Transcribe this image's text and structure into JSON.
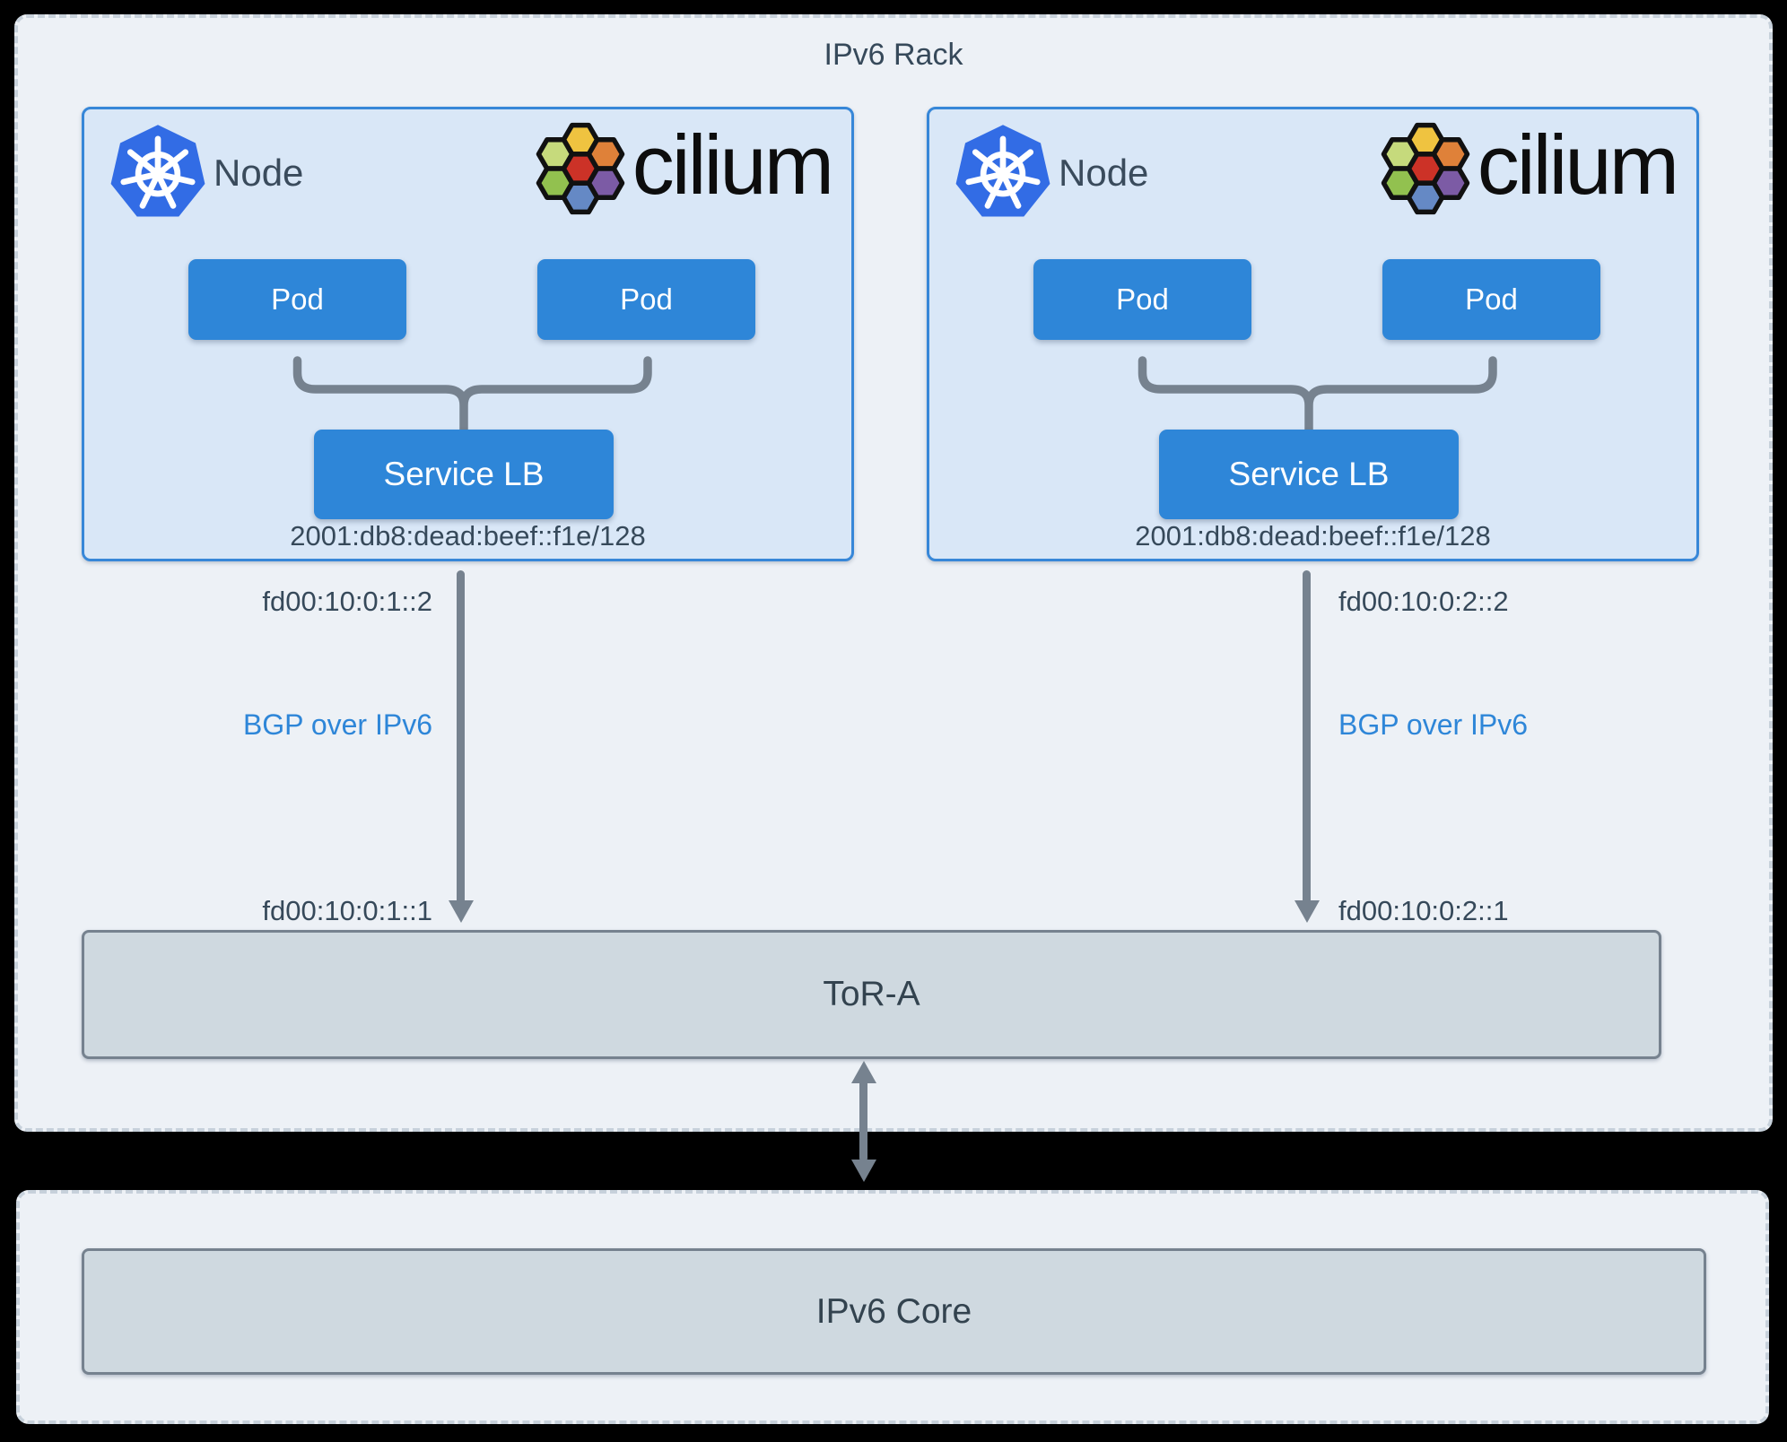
{
  "rack": {
    "title": "IPv6 Rack",
    "nodes": [
      {
        "label": "Node",
        "cilium_wordmark": "cilium",
        "pod1": "Pod",
        "pod2": "Pod",
        "service_lb": "Service LB",
        "lb_address": "2001:db8:dead:beef::f1e/128",
        "node_ip": "fd00:10:0:1::2",
        "bgp_label": "BGP over IPv6",
        "tor_ip": "fd00:10:0:1::1"
      },
      {
        "label": "Node",
        "cilium_wordmark": "cilium",
        "pod1": "Pod",
        "pod2": "Pod",
        "service_lb": "Service LB",
        "lb_address": "2001:db8:dead:beef::f1e/128",
        "node_ip": "fd00:10:0:2::2",
        "bgp_label": "BGP over IPv6",
        "tor_ip": "fd00:10:0:2::1"
      }
    ],
    "tor_switch": "ToR-A"
  },
  "core": {
    "label": "IPv6 Core"
  },
  "colors": {
    "page_bg": "#000000",
    "panel_bg": "#EDF1F6",
    "panel_dash_border": "#C7D1DB",
    "node_bg": "#D9E7F7",
    "node_border": "#3787D8",
    "accent_blue": "#2E86D8",
    "gray_box": "#CFD9E0",
    "line_gray": "#76828F",
    "text_dark": "#36495A",
    "kubernetes_blue": "#326CE5",
    "cilium_hex": {
      "yellow": "#EFC340",
      "lime": "#C6DA7C",
      "orange": "#DF8139",
      "red": "#CC3227",
      "green": "#92C14F",
      "purple": "#7C5BA5",
      "blue": "#6589C5"
    }
  }
}
